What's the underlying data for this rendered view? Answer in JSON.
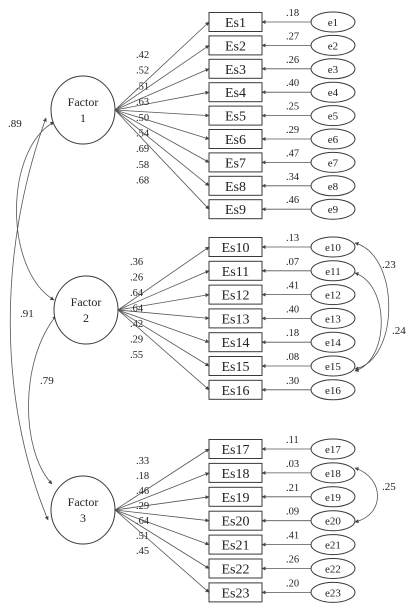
{
  "factors": [
    {
      "line1": "Factor",
      "line2": "1"
    },
    {
      "line1": "Factor",
      "line2": "2"
    },
    {
      "line1": "Factor",
      "line2": "3"
    }
  ],
  "items": [
    {
      "label": "Es1",
      "factor": 0,
      "loading": ".42",
      "error": "e1",
      "error_value": ".18"
    },
    {
      "label": "Es2",
      "factor": 0,
      "loading": ".52",
      "error": "e2",
      "error_value": ".27"
    },
    {
      "label": "Es3",
      "factor": 0,
      "loading": ".51",
      "error": "e3",
      "error_value": ".26"
    },
    {
      "label": "Es4",
      "factor": 0,
      "loading": ".63",
      "error": "e4",
      "error_value": ".40"
    },
    {
      "label": "Es5",
      "factor": 0,
      "loading": ".50",
      "error": "e5",
      "error_value": ".25"
    },
    {
      "label": "Es6",
      "factor": 0,
      "loading": ".54",
      "error": "e6",
      "error_value": ".29"
    },
    {
      "label": "Es7",
      "factor": 0,
      "loading": ".69",
      "error": "e7",
      "error_value": ".47"
    },
    {
      "label": "Es8",
      "factor": 0,
      "loading": ".58",
      "error": "e8",
      "error_value": ".34"
    },
    {
      "label": "Es9",
      "factor": 0,
      "loading": ".68",
      "error": "e9",
      "error_value": ".46"
    },
    {
      "label": "Es10",
      "factor": 1,
      "loading": ".36",
      "error": "e10",
      "error_value": ".13"
    },
    {
      "label": "Es11",
      "factor": 1,
      "loading": ".26",
      "error": "e11",
      "error_value": ".07"
    },
    {
      "label": "Es12",
      "factor": 1,
      "loading": ".64",
      "error": "e12",
      "error_value": ".41"
    },
    {
      "label": "Es13",
      "factor": 1,
      "loading": ".64",
      "error": "e13",
      "error_value": ".40"
    },
    {
      "label": "Es14",
      "factor": 1,
      "loading": ".42",
      "error": "e14",
      "error_value": ".18"
    },
    {
      "label": "Es15",
      "factor": 1,
      "loading": ".29",
      "error": "e15",
      "error_value": ".08"
    },
    {
      "label": "Es16",
      "factor": 1,
      "loading": ".55",
      "error": "e16",
      "error_value": ".30"
    },
    {
      "label": "Es17",
      "factor": 2,
      "loading": ".33",
      "error": "e17",
      "error_value": ".11"
    },
    {
      "label": "Es18",
      "factor": 2,
      "loading": ".18",
      "error": "e18",
      "error_value": ".03"
    },
    {
      "label": "Es19",
      "factor": 2,
      "loading": ".46",
      "error": "e19",
      "error_value": ".21"
    },
    {
      "label": "Es20",
      "factor": 2,
      "loading": ".29",
      "error": "e20",
      "error_value": ".09"
    },
    {
      "label": "Es21",
      "factor": 2,
      "loading": ".64",
      "error": "e21",
      "error_value": ".41"
    },
    {
      "label": "Es22",
      "factor": 2,
      "loading": ".51",
      "error": "e22",
      "error_value": ".26"
    },
    {
      "label": "Es23",
      "factor": 2,
      "loading": ".45",
      "error": "e23",
      "error_value": ".20"
    }
  ],
  "factor_correlations": [
    {
      "from": 0,
      "to": 1,
      "value": ".89"
    },
    {
      "from": 0,
      "to": 2,
      "value": ".91"
    },
    {
      "from": 1,
      "to": 2,
      "value": ".79"
    }
  ],
  "error_covariances": [
    {
      "from": "e10",
      "to": "e15",
      "value": ".23"
    },
    {
      "from": "e11",
      "to": "e15",
      "value": ".24"
    },
    {
      "from": "e18",
      "to": "e20",
      "value": ".25"
    }
  ]
}
